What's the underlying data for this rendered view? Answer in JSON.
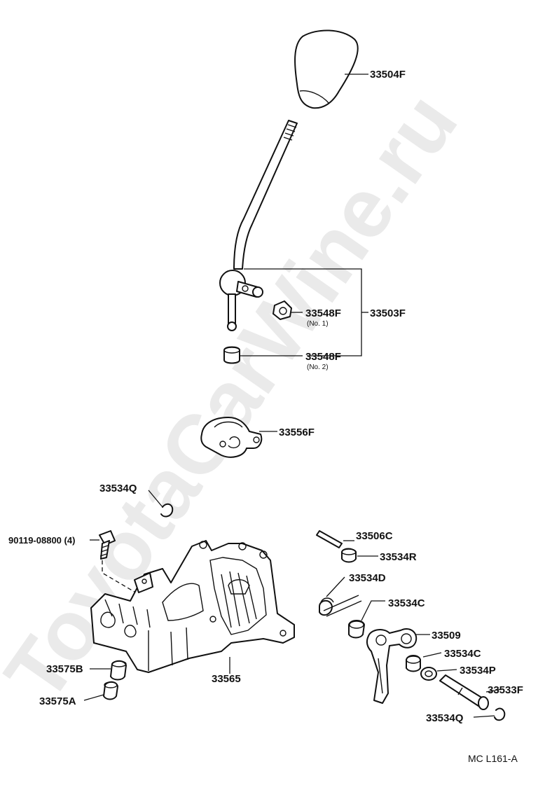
{
  "watermark": "ToyotaCarWine.ru",
  "callouts": {
    "knob": "33504F",
    "lever_assy": "33503F",
    "bushing_no1": "33548F",
    "bushing_no1_note": "(No. 1)",
    "bushing_no2": "33548F",
    "bushing_no2_note": "(No. 2)",
    "retainer": "33556F",
    "clip_upper": "33534Q",
    "bolt": "90119-08800 (4)",
    "pin": "33506C",
    "bushing_r": "33534R",
    "spring": "33534D",
    "bushing_c_upper": "33534C",
    "shift_lever": "33509",
    "bushing_c_lower": "33534C",
    "washer": "33534P",
    "shaft": "33533F",
    "clip_lower": "33534Q",
    "grommet_b": "33575B",
    "housing": "33565",
    "grommet_a": "33575A"
  },
  "diagram_code": "MC L161-A"
}
